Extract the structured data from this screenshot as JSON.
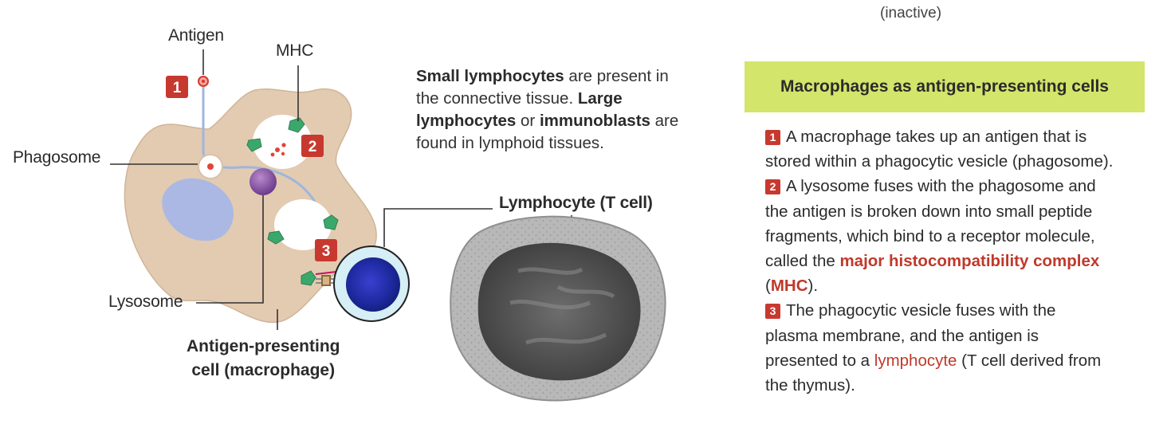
{
  "top_label": "(inactive)",
  "labels": {
    "antigen": "Antigen",
    "mhc": "MHC",
    "phagosome": "Phagosome",
    "lysosome": "Lysosome",
    "apc_line1": "Antigen-presenting",
    "apc_line2": "cell (macrophage)",
    "lymphocyte": "Lymphocyte (T cell)"
  },
  "badges": [
    "1",
    "2",
    "3"
  ],
  "blurb": {
    "b1": "Small lymphocytes",
    "t1": " are present in the connective tissue. ",
    "b2": "Large lymphocytes",
    "t2": " or ",
    "b3": "immunoblasts",
    "t3": " are found in lymphoid tissues."
  },
  "panel": {
    "title": "Macrophages as antigen-presenting cells",
    "step1": {
      "num": "1",
      "line1": "A macrophage takes up an antigen that is",
      "line2": "stored within a phagocytic vesicle (phagosome)."
    },
    "step2": {
      "num": "2",
      "line1": "A lysosome fuses with the phagosome and",
      "line2": "the antigen is broken down into small peptide",
      "line3": "fragments, which bind to a receptor molecule,",
      "line4_pre": "called the ",
      "line4_hl": "major histocompatibility complex",
      "line5_pre": "(",
      "line5_hl": "MHC",
      "line5_post": ")."
    },
    "step3": {
      "num": "3",
      "line1": "The  phagocytic vesicle fuses with the",
      "line2": "plasma membrane, and the antigen is",
      "line3_pre": "presented to a ",
      "line3_hl": "lymphocyte",
      "line3_post": " (T cell derived from",
      "line4": "the thymus)."
    }
  },
  "colors": {
    "cell_body": "#e3cbb1",
    "nucleus": "#aab8e3",
    "lysosome": "#8a4fa8",
    "badge": "#c7392f",
    "banner": "#d3e56a",
    "highlight": "#c0392b",
    "mhc": "#3aa86b",
    "arrow": "#9fb6dc"
  }
}
